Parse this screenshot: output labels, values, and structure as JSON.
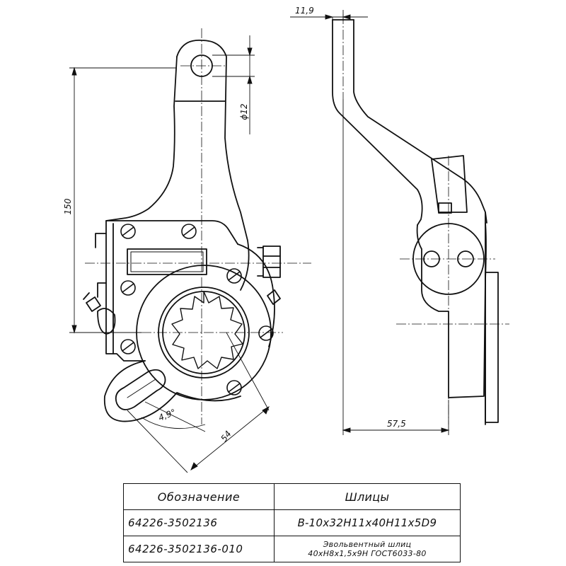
{
  "drawing": {
    "dimensions": {
      "height": "150",
      "hole_diameter": "ϕ12",
      "offset": "11,9",
      "depth": "57,5",
      "length": "54",
      "angle": "4,9°"
    }
  },
  "table": {
    "headers": [
      "Обозначение",
      "Шлицы"
    ],
    "rows": [
      {
        "designation": "64226-3502136",
        "splines": "B-10x32H11x40H11x5D9"
      },
      {
        "designation": "64226-3502136-010",
        "splines_line1": "Эвольвентный шлиц",
        "splines_line2": "40xH8x1,5x9H ГОСТ6033-80"
      }
    ]
  }
}
